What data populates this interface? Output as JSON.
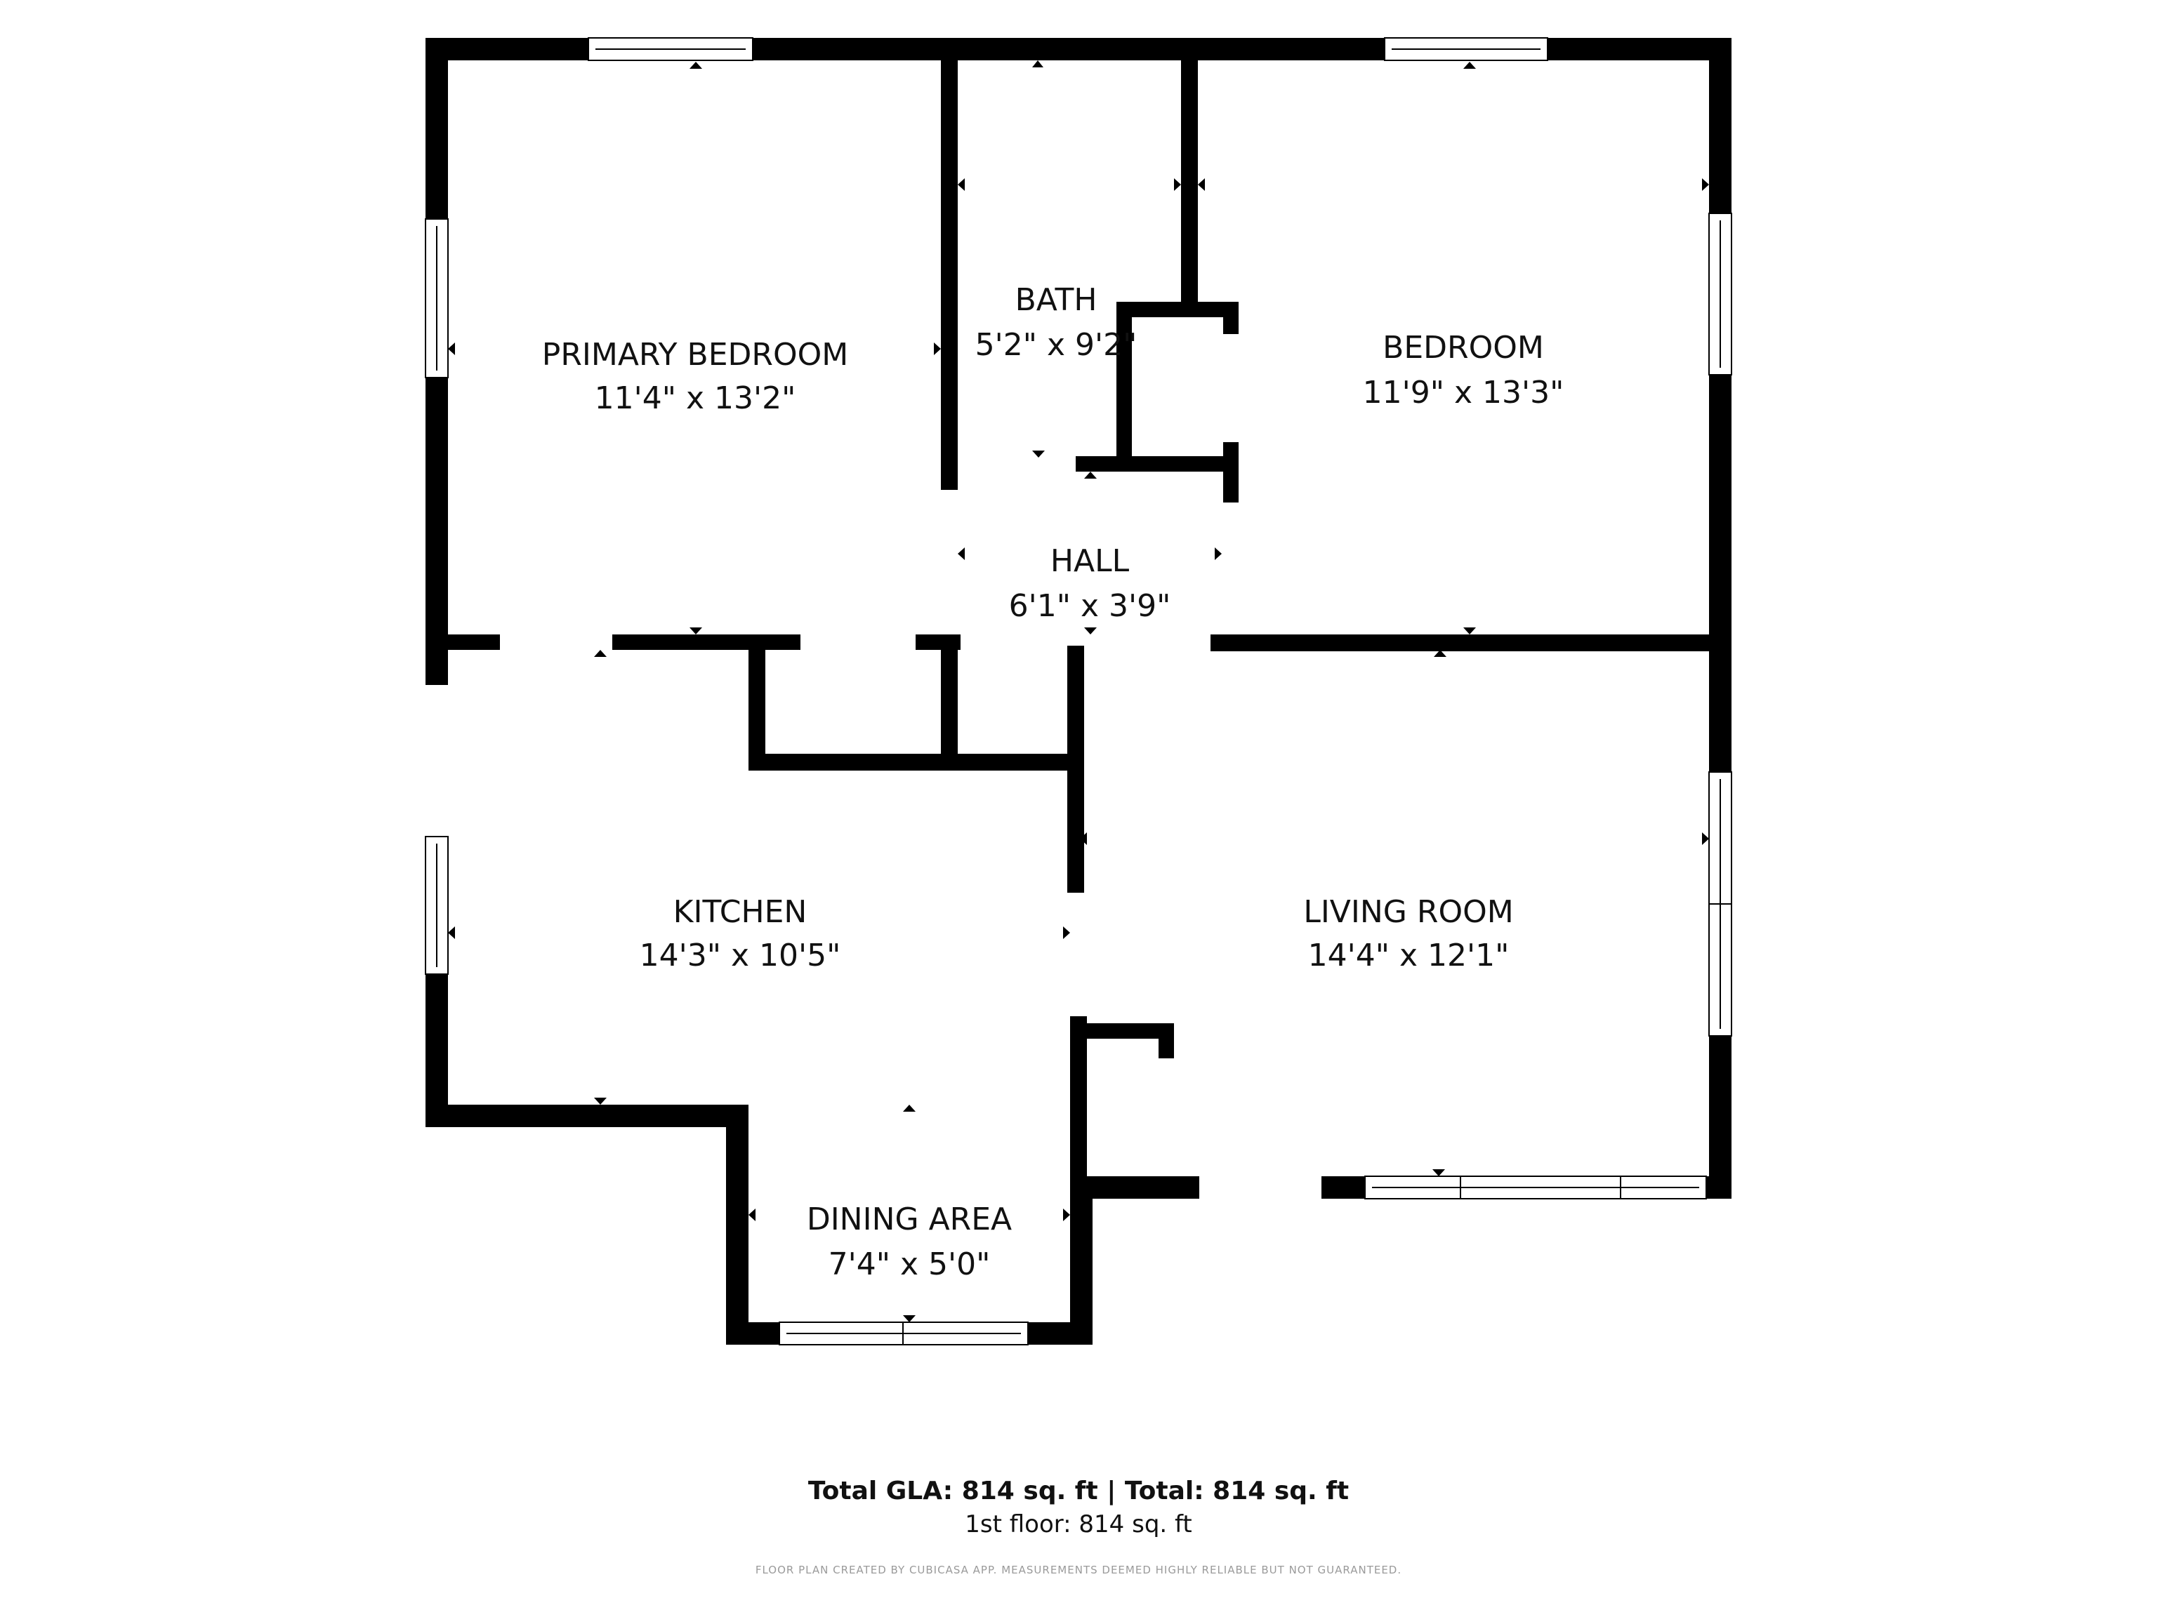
{
  "rooms": [
    {
      "name": "PRIMARY BEDROOM",
      "dimensions": "11'4\" x 13'2\""
    },
    {
      "name": "BATH",
      "dimensions": "5'2\" x 9'2\""
    },
    {
      "name": "BEDROOM",
      "dimensions": "11'9\" x 13'3\""
    },
    {
      "name": "HALL",
      "dimensions": "6'1\" x 3'9\""
    },
    {
      "name": "KITCHEN",
      "dimensions": "14'3\" x 10'5\""
    },
    {
      "name": "LIVING ROOM",
      "dimensions": "14'4\" x 12'1\""
    },
    {
      "name": "DINING AREA",
      "dimensions": "7'4\" x 5'0\""
    }
  ],
  "totals": {
    "summary": "Total GLA: 814 sq. ft | Total: 814 sq. ft",
    "floor": "1st floor: 814 sq. ft"
  },
  "disclaimer": "FLOOR PLAN CREATED BY CUBICASA APP. MEASUREMENTS DEEMED HIGHLY RELIABLE BUT NOT GUARANTEED.",
  "colors": {
    "wall": "#000000",
    "background": "#ffffff",
    "window": "#ffffff"
  }
}
